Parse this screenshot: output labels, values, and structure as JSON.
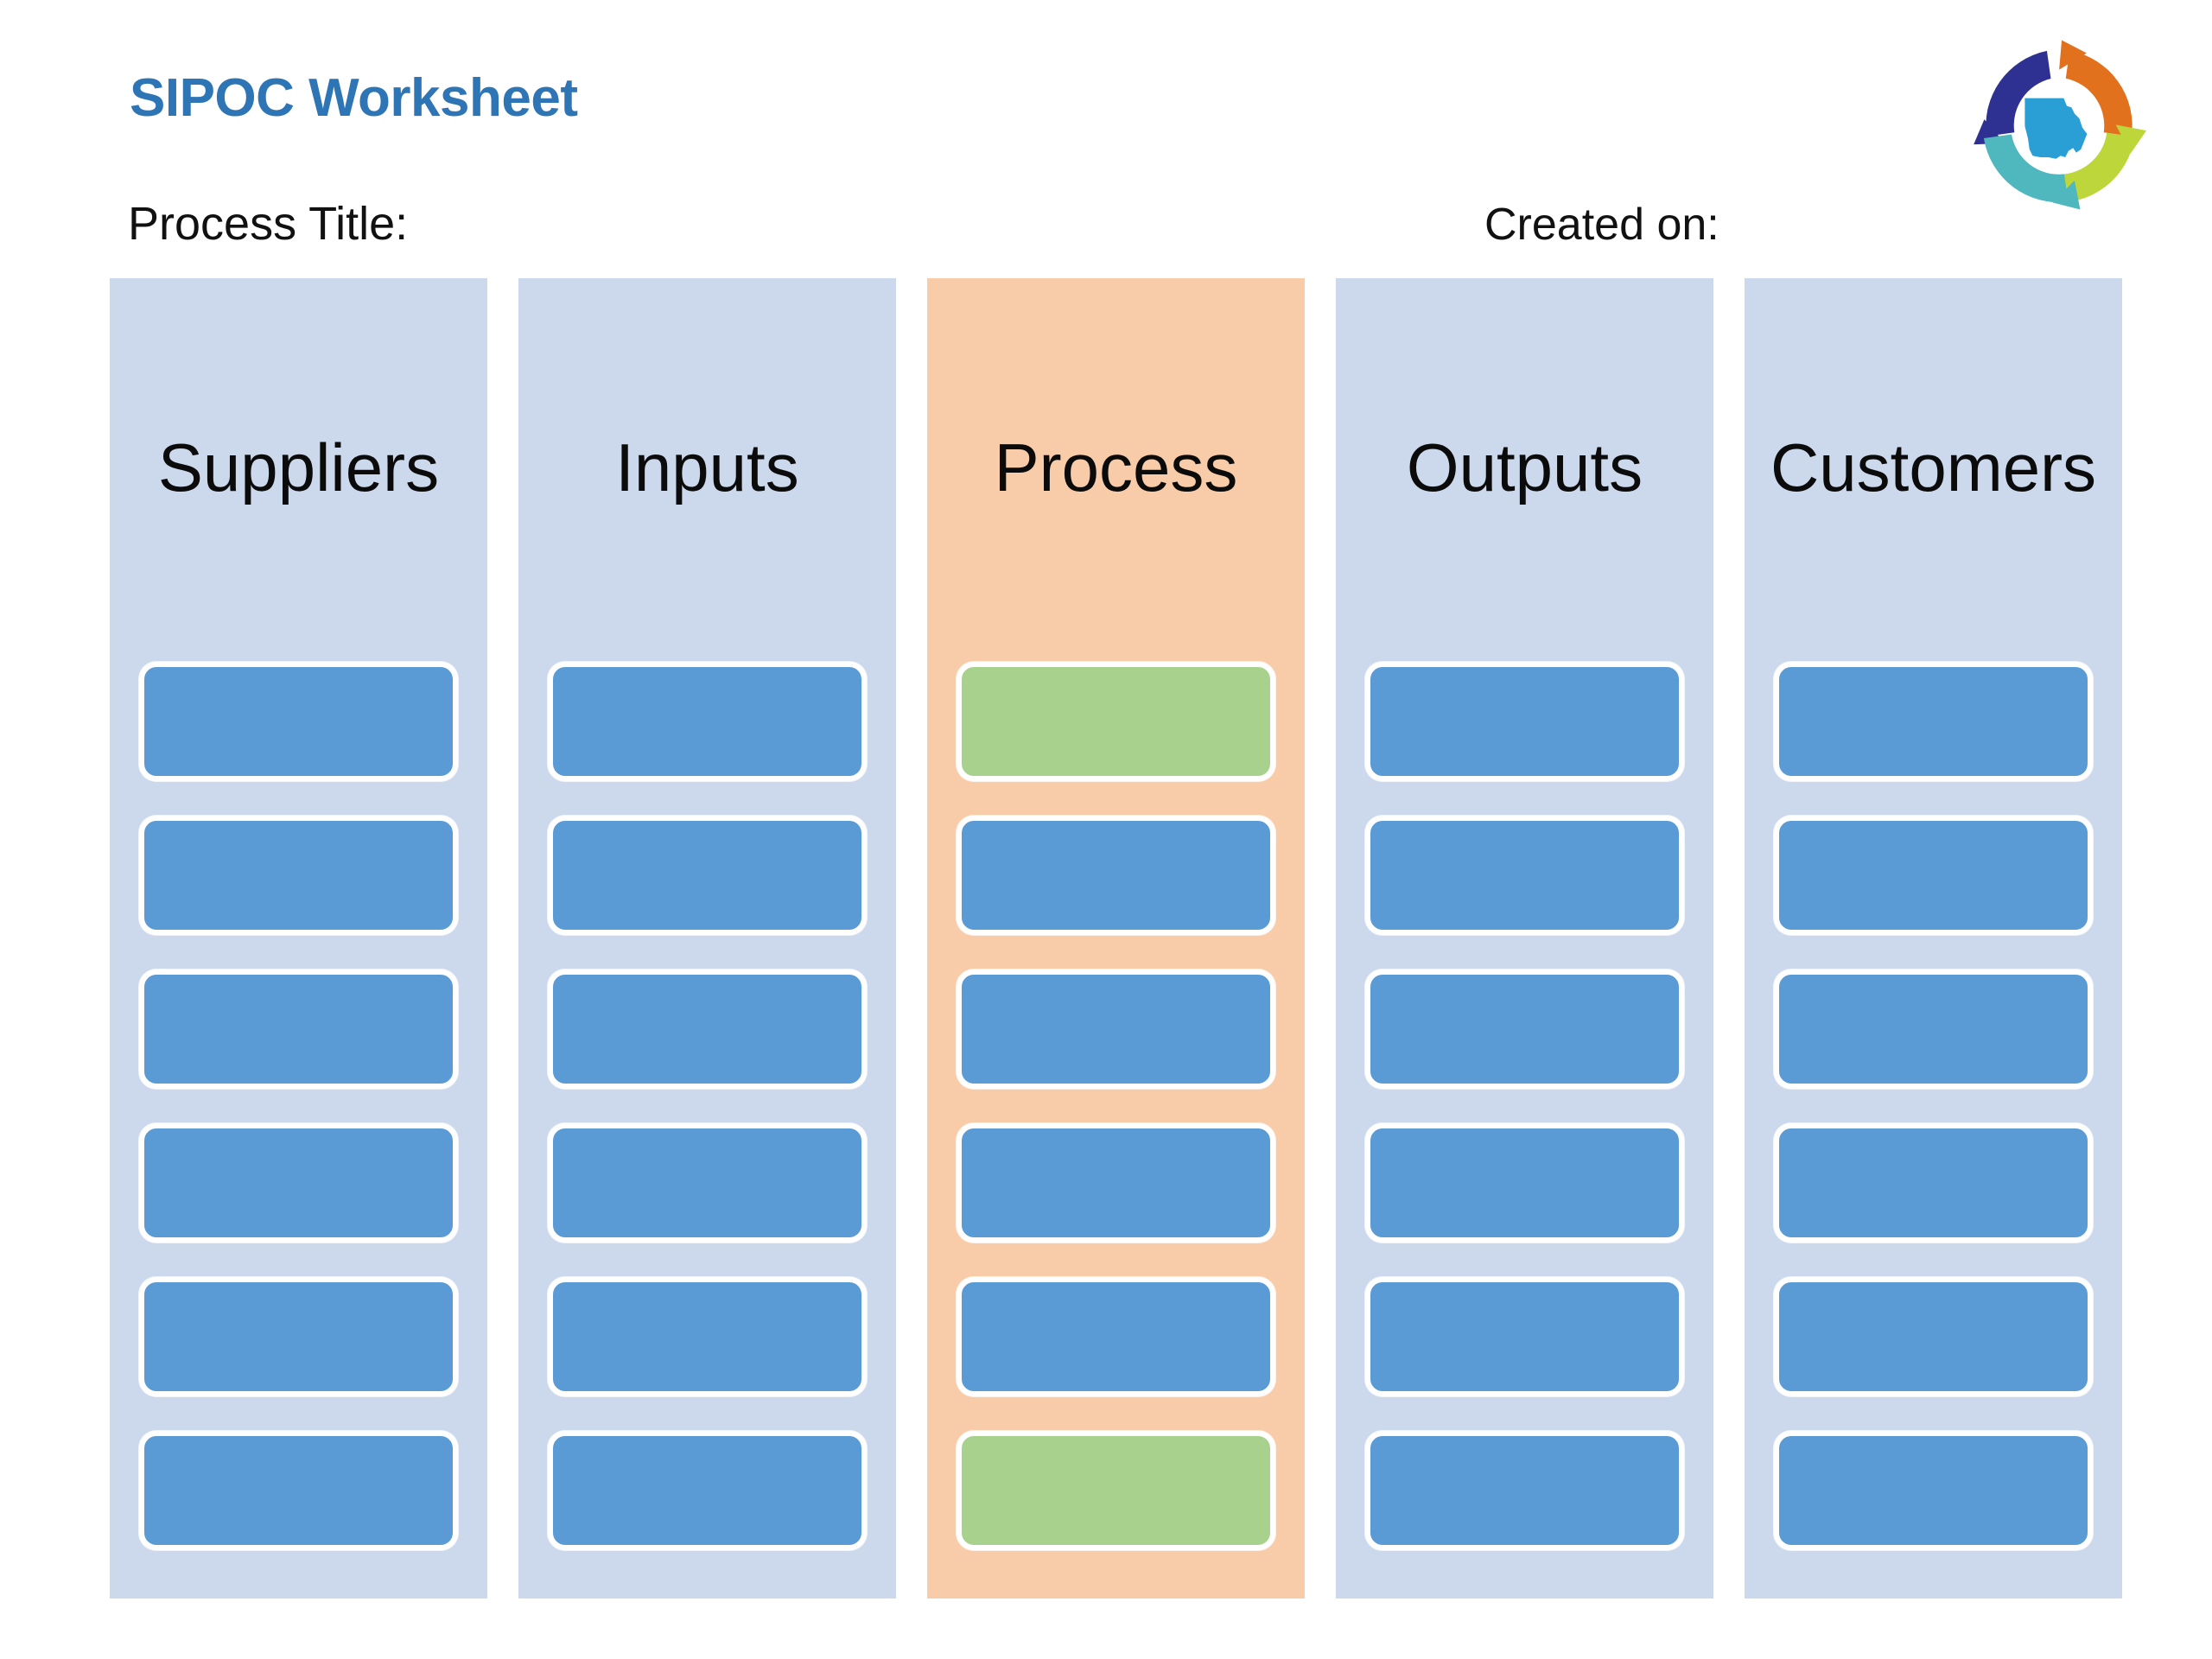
{
  "page": {
    "title": "SIPOC Worksheet",
    "title_color": "#2e75b6",
    "background_color": "#ffffff"
  },
  "fields": {
    "process_title_label": "Process Title:",
    "process_title_value": "",
    "created_on_label": "Created on:",
    "created_on_value": ""
  },
  "logo": {
    "name": "missouri-process-improvement-logo",
    "arc_colors": {
      "top_left": "#2e3191",
      "top_right": "#e2711d",
      "bottom_right": "#bdd63a",
      "bottom_left": "#4fb8bf"
    },
    "state_shape_color": "#2a9fd6"
  },
  "theme": {
    "column_background": "#ccd9ec",
    "accent_column_background": "#f8cba9",
    "box_blue": "#5b9bd5",
    "box_green": "#a9d18e",
    "box_border": "#ffffff",
    "header_text_color": "#0b0b0b"
  },
  "columns": [
    {
      "key": "suppliers",
      "header": "Suppliers",
      "accent": false,
      "boxes": [
        {
          "color": "blue",
          "value": ""
        },
        {
          "color": "blue",
          "value": ""
        },
        {
          "color": "blue",
          "value": ""
        },
        {
          "color": "blue",
          "value": ""
        },
        {
          "color": "blue",
          "value": ""
        },
        {
          "color": "blue",
          "value": ""
        }
      ]
    },
    {
      "key": "inputs",
      "header": "Inputs",
      "accent": false,
      "boxes": [
        {
          "color": "blue",
          "value": ""
        },
        {
          "color": "blue",
          "value": ""
        },
        {
          "color": "blue",
          "value": ""
        },
        {
          "color": "blue",
          "value": ""
        },
        {
          "color": "blue",
          "value": ""
        },
        {
          "color": "blue",
          "value": ""
        }
      ]
    },
    {
      "key": "process",
      "header": "Process",
      "accent": true,
      "boxes": [
        {
          "color": "green",
          "value": ""
        },
        {
          "color": "blue",
          "value": ""
        },
        {
          "color": "blue",
          "value": ""
        },
        {
          "color": "blue",
          "value": ""
        },
        {
          "color": "blue",
          "value": ""
        },
        {
          "color": "green",
          "value": ""
        }
      ]
    },
    {
      "key": "outputs",
      "header": "Outputs",
      "accent": false,
      "boxes": [
        {
          "color": "blue",
          "value": ""
        },
        {
          "color": "blue",
          "value": ""
        },
        {
          "color": "blue",
          "value": ""
        },
        {
          "color": "blue",
          "value": ""
        },
        {
          "color": "blue",
          "value": ""
        },
        {
          "color": "blue",
          "value": ""
        }
      ]
    },
    {
      "key": "customers",
      "header": "Customers",
      "accent": false,
      "boxes": [
        {
          "color": "blue",
          "value": ""
        },
        {
          "color": "blue",
          "value": ""
        },
        {
          "color": "blue",
          "value": ""
        },
        {
          "color": "blue",
          "value": ""
        },
        {
          "color": "blue",
          "value": ""
        },
        {
          "color": "blue",
          "value": ""
        }
      ]
    }
  ]
}
